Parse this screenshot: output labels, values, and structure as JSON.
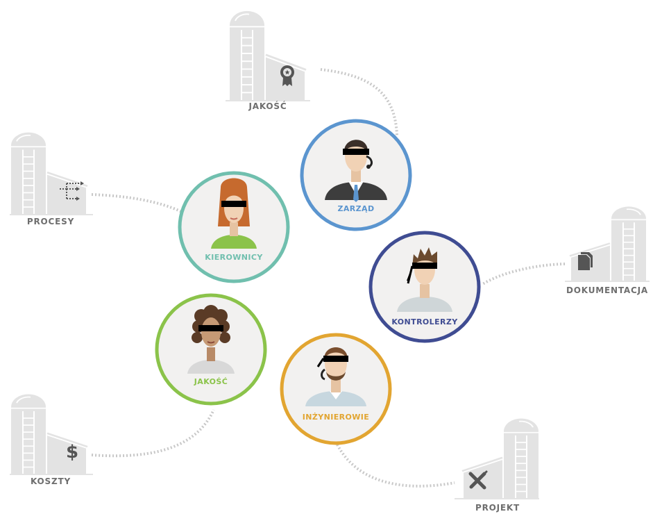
{
  "colors": {
    "silo": "#e3e3e3",
    "silo_line": "#ffffff",
    "silo_icon": "#555555",
    "dots": "#c8c8c8",
    "circle_fill": "#f2f1f0",
    "zarzad": "#5b95cf",
    "kierownicy": "#70bfae",
    "kontrolerzy": "#3f4c92",
    "jakosc_role": "#8bc34a",
    "inzynierowie": "#e2a531",
    "silo_label": "#6e6e6e"
  },
  "silos": {
    "jakosc": {
      "label": "JAKOŚĆ",
      "icon": "award-icon"
    },
    "procesy": {
      "label": "PROCESY",
      "icon": "process-flow-icon"
    },
    "dokumentacja": {
      "label": "DOKUMENTACJA",
      "icon": "documents-icon"
    },
    "koszty": {
      "label": "KOSZTY",
      "icon": "dollar-icon"
    },
    "projekt": {
      "label": "PROJEKT",
      "icon": "pencil-ruler-icon"
    }
  },
  "roles": {
    "zarzad": {
      "label": "ZARZĄD",
      "avatar": "man-in-suit-with-tie-and-headset"
    },
    "kierownicy": {
      "label": "KIEROWNICY",
      "avatar": "woman-with-long-red-hair"
    },
    "kontrolerzy": {
      "label": "KONTROLERZY",
      "avatar": "man-with-brown-spiky-hair"
    },
    "jakosc": {
      "label": "JAKOŚĆ",
      "avatar": "woman-with-curly-hair"
    },
    "inzynierowie": {
      "label": "INŻYNIEROWIE",
      "avatar": "bearded-man-with-headset"
    }
  }
}
